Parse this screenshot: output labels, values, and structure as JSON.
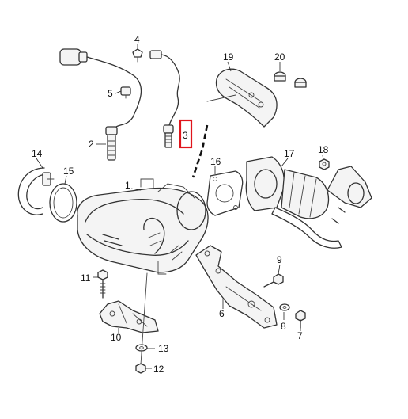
{
  "diagram": {
    "callouts": [
      {
        "id": "c1",
        "text": "1"
      },
      {
        "id": "c2",
        "text": "2"
      },
      {
        "id": "c3",
        "text": "3"
      },
      {
        "id": "c4",
        "text": "4"
      },
      {
        "id": "c5",
        "text": "5"
      },
      {
        "id": "c6",
        "text": "6"
      },
      {
        "id": "c7",
        "text": "7"
      },
      {
        "id": "c8",
        "text": "8"
      },
      {
        "id": "c9",
        "text": "9"
      },
      {
        "id": "c10",
        "text": "10"
      },
      {
        "id": "c11",
        "text": "11"
      },
      {
        "id": "c12",
        "text": "12"
      },
      {
        "id": "c13",
        "text": "13"
      },
      {
        "id": "c14",
        "text": "14"
      },
      {
        "id": "c15",
        "text": "15"
      },
      {
        "id": "c16",
        "text": "16"
      },
      {
        "id": "c17",
        "text": "17"
      },
      {
        "id": "c18",
        "text": "18"
      },
      {
        "id": "c19",
        "text": "19"
      },
      {
        "id": "c20",
        "text": "20"
      }
    ],
    "highlighted_callout": "3",
    "colors": {
      "highlight": "#e0151c",
      "line": "#333333",
      "background": "#ffffff"
    }
  }
}
